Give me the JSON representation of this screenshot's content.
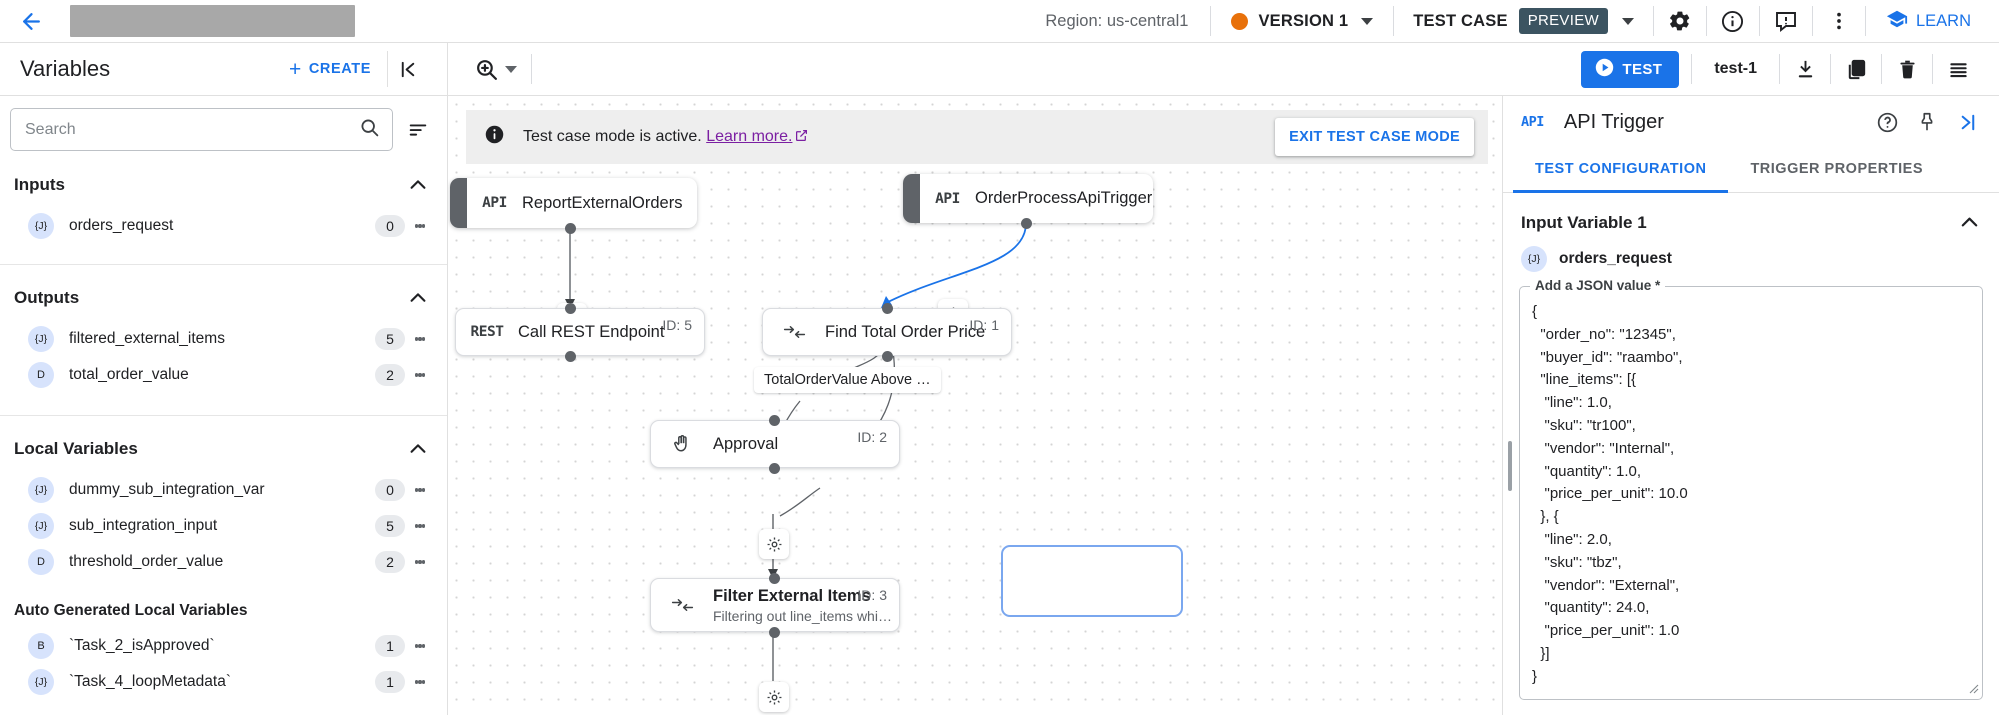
{
  "header": {
    "back_icon": "back-arrow-icon",
    "title_redacted": "",
    "region": "Region: us-central1",
    "version": "VERSION 1",
    "version_status_color": "#e8710a",
    "test_case_label": "TEST CASE",
    "preview_badge": "PREVIEW",
    "icons": [
      "gear-icon",
      "info-icon",
      "feedback-icon",
      "more-vert-icon"
    ],
    "learn": "LEARN"
  },
  "subbar": {
    "panel_title": "Variables",
    "create_label": "CREATE",
    "collapse_icon": "collapse-panel-icon",
    "zoom_icon": "zoom-in-icon",
    "test_label": "TEST",
    "test_name": "test-1",
    "actions": [
      "download-icon",
      "copy-icon",
      "delete-icon",
      "list-icon"
    ]
  },
  "sidebar": {
    "search": {
      "placeholder": "Search",
      "value": ""
    },
    "filter_icon": "filter-sort-icon",
    "sections": [
      {
        "title": "Inputs",
        "items": [
          {
            "type": "{J}",
            "name": "orders_request",
            "count": "0"
          }
        ]
      },
      {
        "title": "Outputs",
        "items": [
          {
            "type": "{J}",
            "name": "filtered_external_items",
            "count": "5"
          },
          {
            "type": "D",
            "name": "total_order_value",
            "count": "2"
          }
        ]
      },
      {
        "title": "Local Variables",
        "items": [
          {
            "type": "{J}",
            "name": "dummy_sub_integration_var",
            "count": "0"
          },
          {
            "type": "{J}",
            "name": "sub_integration_input",
            "count": "5"
          },
          {
            "type": "D",
            "name": "threshold_order_value",
            "count": "2"
          }
        ]
      },
      {
        "title": "Auto Generated Local Variables",
        "sub": true,
        "items": [
          {
            "type": "B",
            "name": "`Task_2_isApproved`",
            "count": "1"
          },
          {
            "type": "{J}",
            "name": "`Task_4_loopMetadata`",
            "count": "1"
          }
        ]
      }
    ]
  },
  "canvas": {
    "banner": {
      "icon": "info-icon",
      "text": "Test case mode is active.",
      "link": "Learn more.",
      "exit_label": "EXIT TEST CASE MODE"
    },
    "nodes": [
      {
        "id": "n-report",
        "icon": "API",
        "title": "ReportExternalOrders",
        "sub": "",
        "node_id": "",
        "trigger": true
      },
      {
        "id": "n-trigger",
        "icon": "API",
        "title": "OrderProcessApiTrigger",
        "sub": "",
        "node_id": "",
        "trigger": true
      },
      {
        "id": "n-rest",
        "icon": "REST",
        "title": "Call REST Endpoint",
        "sub": "",
        "node_id": "ID: 5",
        "trigger": false
      },
      {
        "id": "n-price",
        "icon": "mapping",
        "title": "Find Total Order Price",
        "sub": "",
        "node_id": "ID: 1",
        "trigger": false
      },
      {
        "id": "n-approval",
        "icon": "hand",
        "title": "Approval",
        "sub": "",
        "node_id": "ID: 2",
        "trigger": false
      },
      {
        "id": "n-filter",
        "icon": "mapping",
        "title": "Filter External Items",
        "sub": "Filtering out line_items whi…",
        "node_id": "ID: 3",
        "trigger": false
      }
    ],
    "edge_label": "TotalOrderValue Above …"
  },
  "right_panel": {
    "api_badge": "API",
    "title": "API Trigger",
    "icons": [
      "help-icon",
      "pin-icon",
      "collapse-right-icon"
    ],
    "tabs": [
      {
        "label": "TEST CONFIGURATION",
        "active": true
      },
      {
        "label": "TRIGGER PROPERTIES",
        "active": false
      }
    ],
    "input_variable_heading": "Input Variable 1",
    "variable": {
      "type": "{J}",
      "name": "orders_request"
    },
    "json_legend": "Add a JSON value *",
    "json_value": "{\n  \"order_no\": \"12345\",\n  \"buyer_id\": \"raambo\",\n  \"line_items\": [{\n   \"line\": 1.0,\n   \"sku\": \"tr100\",\n   \"vendor\": \"Internal\",\n   \"quantity\": 1.0,\n   \"price_per_unit\": 10.0\n  }, {\n   \"line\": 2.0,\n   \"sku\": \"tbz\",\n   \"vendor\": \"External\",\n   \"quantity\": 24.0,\n   \"price_per_unit\": 1.0\n  }]\n}"
  },
  "colors": {
    "accent": "#1a73e8",
    "version_dot": "#e8710a",
    "preview_badge_bg": "#3c5461",
    "link_purple": "#7b1fa2"
  }
}
